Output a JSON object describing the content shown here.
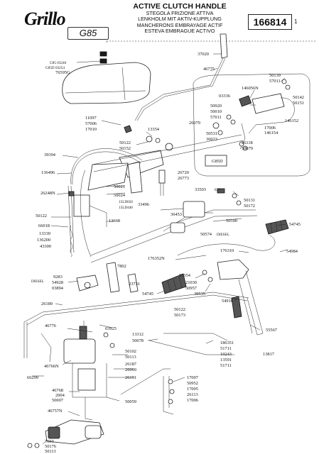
{
  "brand": "Grillo",
  "model": "G85",
  "title": {
    "main": "ACTIVE CLUTCH HANDLE",
    "it": "STEGOLA FRIZIONE ATTIVA",
    "de": "LENKHOLM MIT AKTIV-KUPPLUNG",
    "fr": "MANCHERONS EMBRAYAGE ACTIF",
    "es": "ESTEVA EMBRAGUE ACTIVO"
  },
  "code": "166814",
  "sheet": "1",
  "labels": {
    "l37020": "37020",
    "l46775": "46775",
    "l_g85_03240": "G85 03240",
    "l_g85d_03254": "G85D 03254",
    "l76595g": "76595G",
    "l50139": "50139",
    "l57011a": "57011",
    "l146056n": "146056N",
    "l03336": "03336",
    "l50142": "50142",
    "l50151": "50151",
    "l50920": "50920",
    "l50010": "50010",
    "l57011b": "57011",
    "l146152": "146152",
    "l26079": "26079",
    "l17006a": "17006",
    "l146154": "146154",
    "l50531": "50531",
    "l36023": "36023",
    "l26118": "26118",
    "l50079": "50079",
    "inset_tag": "G85D",
    "l11097": "11097",
    "l57006": "57006",
    "l17010": "17010",
    "l13354": "13354",
    "l50122a": "50122",
    "l50152": "50152",
    "l39394": "39394",
    "l136496": "136496",
    "l26720": "26720",
    "l26773": "26773",
    "l50021": "50021",
    "l26248n": "26248N",
    "l50024": "50024",
    "l33503": "33503",
    "l_e27": "E27",
    "l50131": "50131",
    "l50172": "50172",
    "l15ld050": "15LD050",
    "l15ld440": "15LD440",
    "l33496": "33496",
    "l50122b": "50122",
    "l66018": "66018",
    "l13668": "13668",
    "l36453": "36453",
    "l50590": "50590",
    "l54745a": "54745",
    "l13339": "13339",
    "l136200": "136200",
    "l43300": "43300",
    "l50574": "50574",
    "l_diesel_a": "DIESEL",
    "l176310": "176310",
    "l54984": "54984",
    "l176352n": "176352N",
    "l7802": "7802",
    "l9283": "9283",
    "l54928": "54928",
    "l03894": "03894",
    "l_diesel_b": "DIESEL",
    "l57354": "57354",
    "l21030": "21030",
    "l50957a": "50957",
    "l23731": "23731",
    "l39535": "39535",
    "l54745b": "54745",
    "l54916": "54916",
    "l26189": "26189",
    "l50122c": "50122",
    "l50173": "50173",
    "l46776": "46776",
    "l03925": "03925",
    "l55567": "55567",
    "l13312": "13312",
    "l50078": "50078",
    "l186351": "186351",
    "l51711a": "51711",
    "l10243": "10243",
    "l13591": "13591",
    "l51711b": "51711",
    "l13817": "13817",
    "l50102": "50102",
    "l50113a": "50113",
    "l26187": "26187",
    "l26069": "26069",
    "l46766n": "46766N",
    "l26191": "26191",
    "l66299": "66299",
    "l46768": "46768",
    "l2004": "2004",
    "l50007": "50007",
    "l17007": "17007",
    "l50952": "50952",
    "l17005": "17005",
    "l26113": "26113",
    "l17006b": "17006",
    "l50059": "50059",
    "l46757n": "46757N",
    "l7593": "7593",
    "l50176": "50176",
    "l50113b": "50113"
  }
}
